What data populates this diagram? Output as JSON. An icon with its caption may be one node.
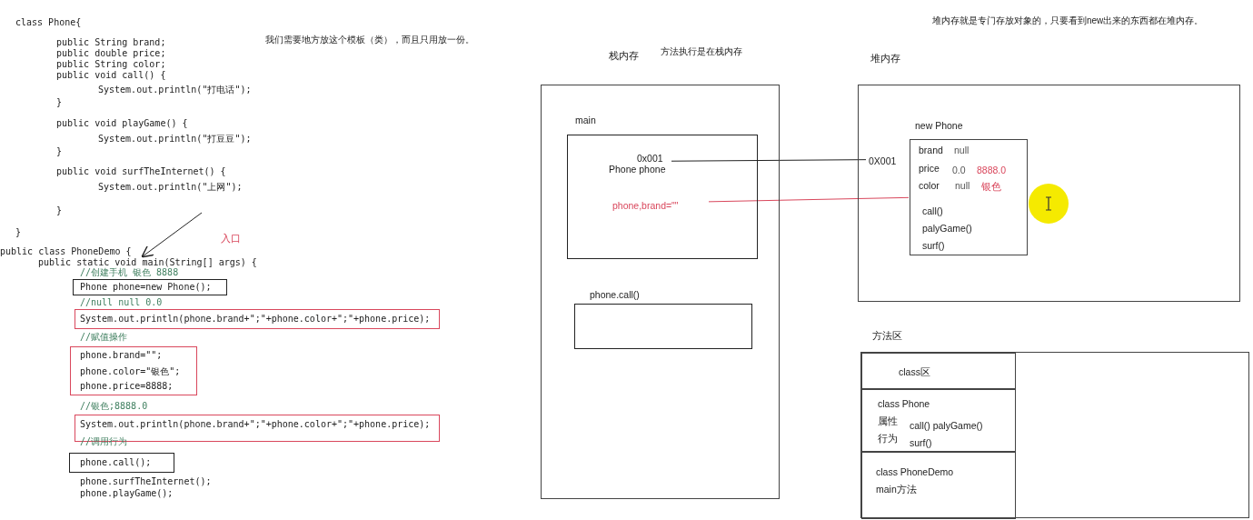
{
  "diagram": {
    "nodes": [
      {
        "text": [
          "public static void main(String[] args) {"
        ]
      },
      {
        "text": [
          "Phone phone=new Phone();"
        ]
      },
      {
        "text": [
          "System.out.println(phone.brand+\";\"+phone.color+\";\"+phone.price);"
        ]
      },
      {
        "text": [
          "phone.brand=\"\";",
          "phone.color=\"银色\";",
          "phone.price=8888;"
        ]
      },
      {
        "text": [
          "System.out.println(phone.brand+\";\"+phone.color+\";\"+phone.price);"
        ]
      },
      {
        "text": [
          "phone.call();"
        ]
      },
      {
        "text": [
          "栈内存"
        ]
      },
      {
        "text": [
          "main"
        ],
        "in": 6
      },
      {
        "text": [
          "0x001",
          "Phone phone"
        ],
        "in": 7
      },
      {
        "text": [
          "phone,brand=\"\""
        ],
        "in": 7
      },
      {
        "text": [
          "phone.call()"
        ],
        "in": 6
      },
      {
        "text": [
          "堆内存"
        ]
      },
      {
        "text": [
          "0X001"
        ],
        "in": 11
      },
      {
        "text": [
          "new Phone",
          "brand",
          "null",
          "price",
          "0.0",
          "8888.0",
          "color",
          "null",
          "银色",
          "call()",
          "palyGame()",
          "surf()"
        ],
        "in": 11
      },
      {
        "text": [
          "方法区"
        ]
      },
      {
        "text": [
          "class区"
        ],
        "in": 14
      },
      {
        "text": [
          "class Phone",
          "属性",
          "行为",
          "call() palyGame()",
          "surf()"
        ],
        "in": 14
      },
      {
        "text": [
          "class PhoneDemo",
          "main方法"
        ],
        "in": 14
      }
    ],
    "edges": [
      {
        "from": null,
        "to": 0,
        "arrow": "to",
        "label": "入口"
      },
      {
        "from": 8,
        "to": 12,
        "arrow": "none"
      },
      {
        "from": 9,
        "to": 13,
        "arrow": "none",
        "color": "#d9475c"
      }
    ],
    "labels": [
      "class Phone{",
      "public String brand;",
      "public double price;",
      "public String color;",
      "public void call() {",
      "System.out.println(\"打电话\");",
      "}",
      "public void playGame() {",
      "System.out.println(\"打豆豆\");",
      "}",
      "public void surfTheInternet() {",
      "System.out.println(\"上网\");",
      "}",
      "}",
      "public class PhoneDemo {",
      "//创建手机 银色 8888",
      "//null null 0.0",
      "//赋值操作",
      "//银色;8888.0",
      "//调用行为",
      "phone.surfTheInternet();",
      "phone.playGame();",
      "我们需要地方放这个模板（类），而且只用放一份。",
      "方法执行是在栈内存",
      "堆内存就是专门存放对象的，只要看到new出来的东西都在堆内存。"
    ]
  }
}
